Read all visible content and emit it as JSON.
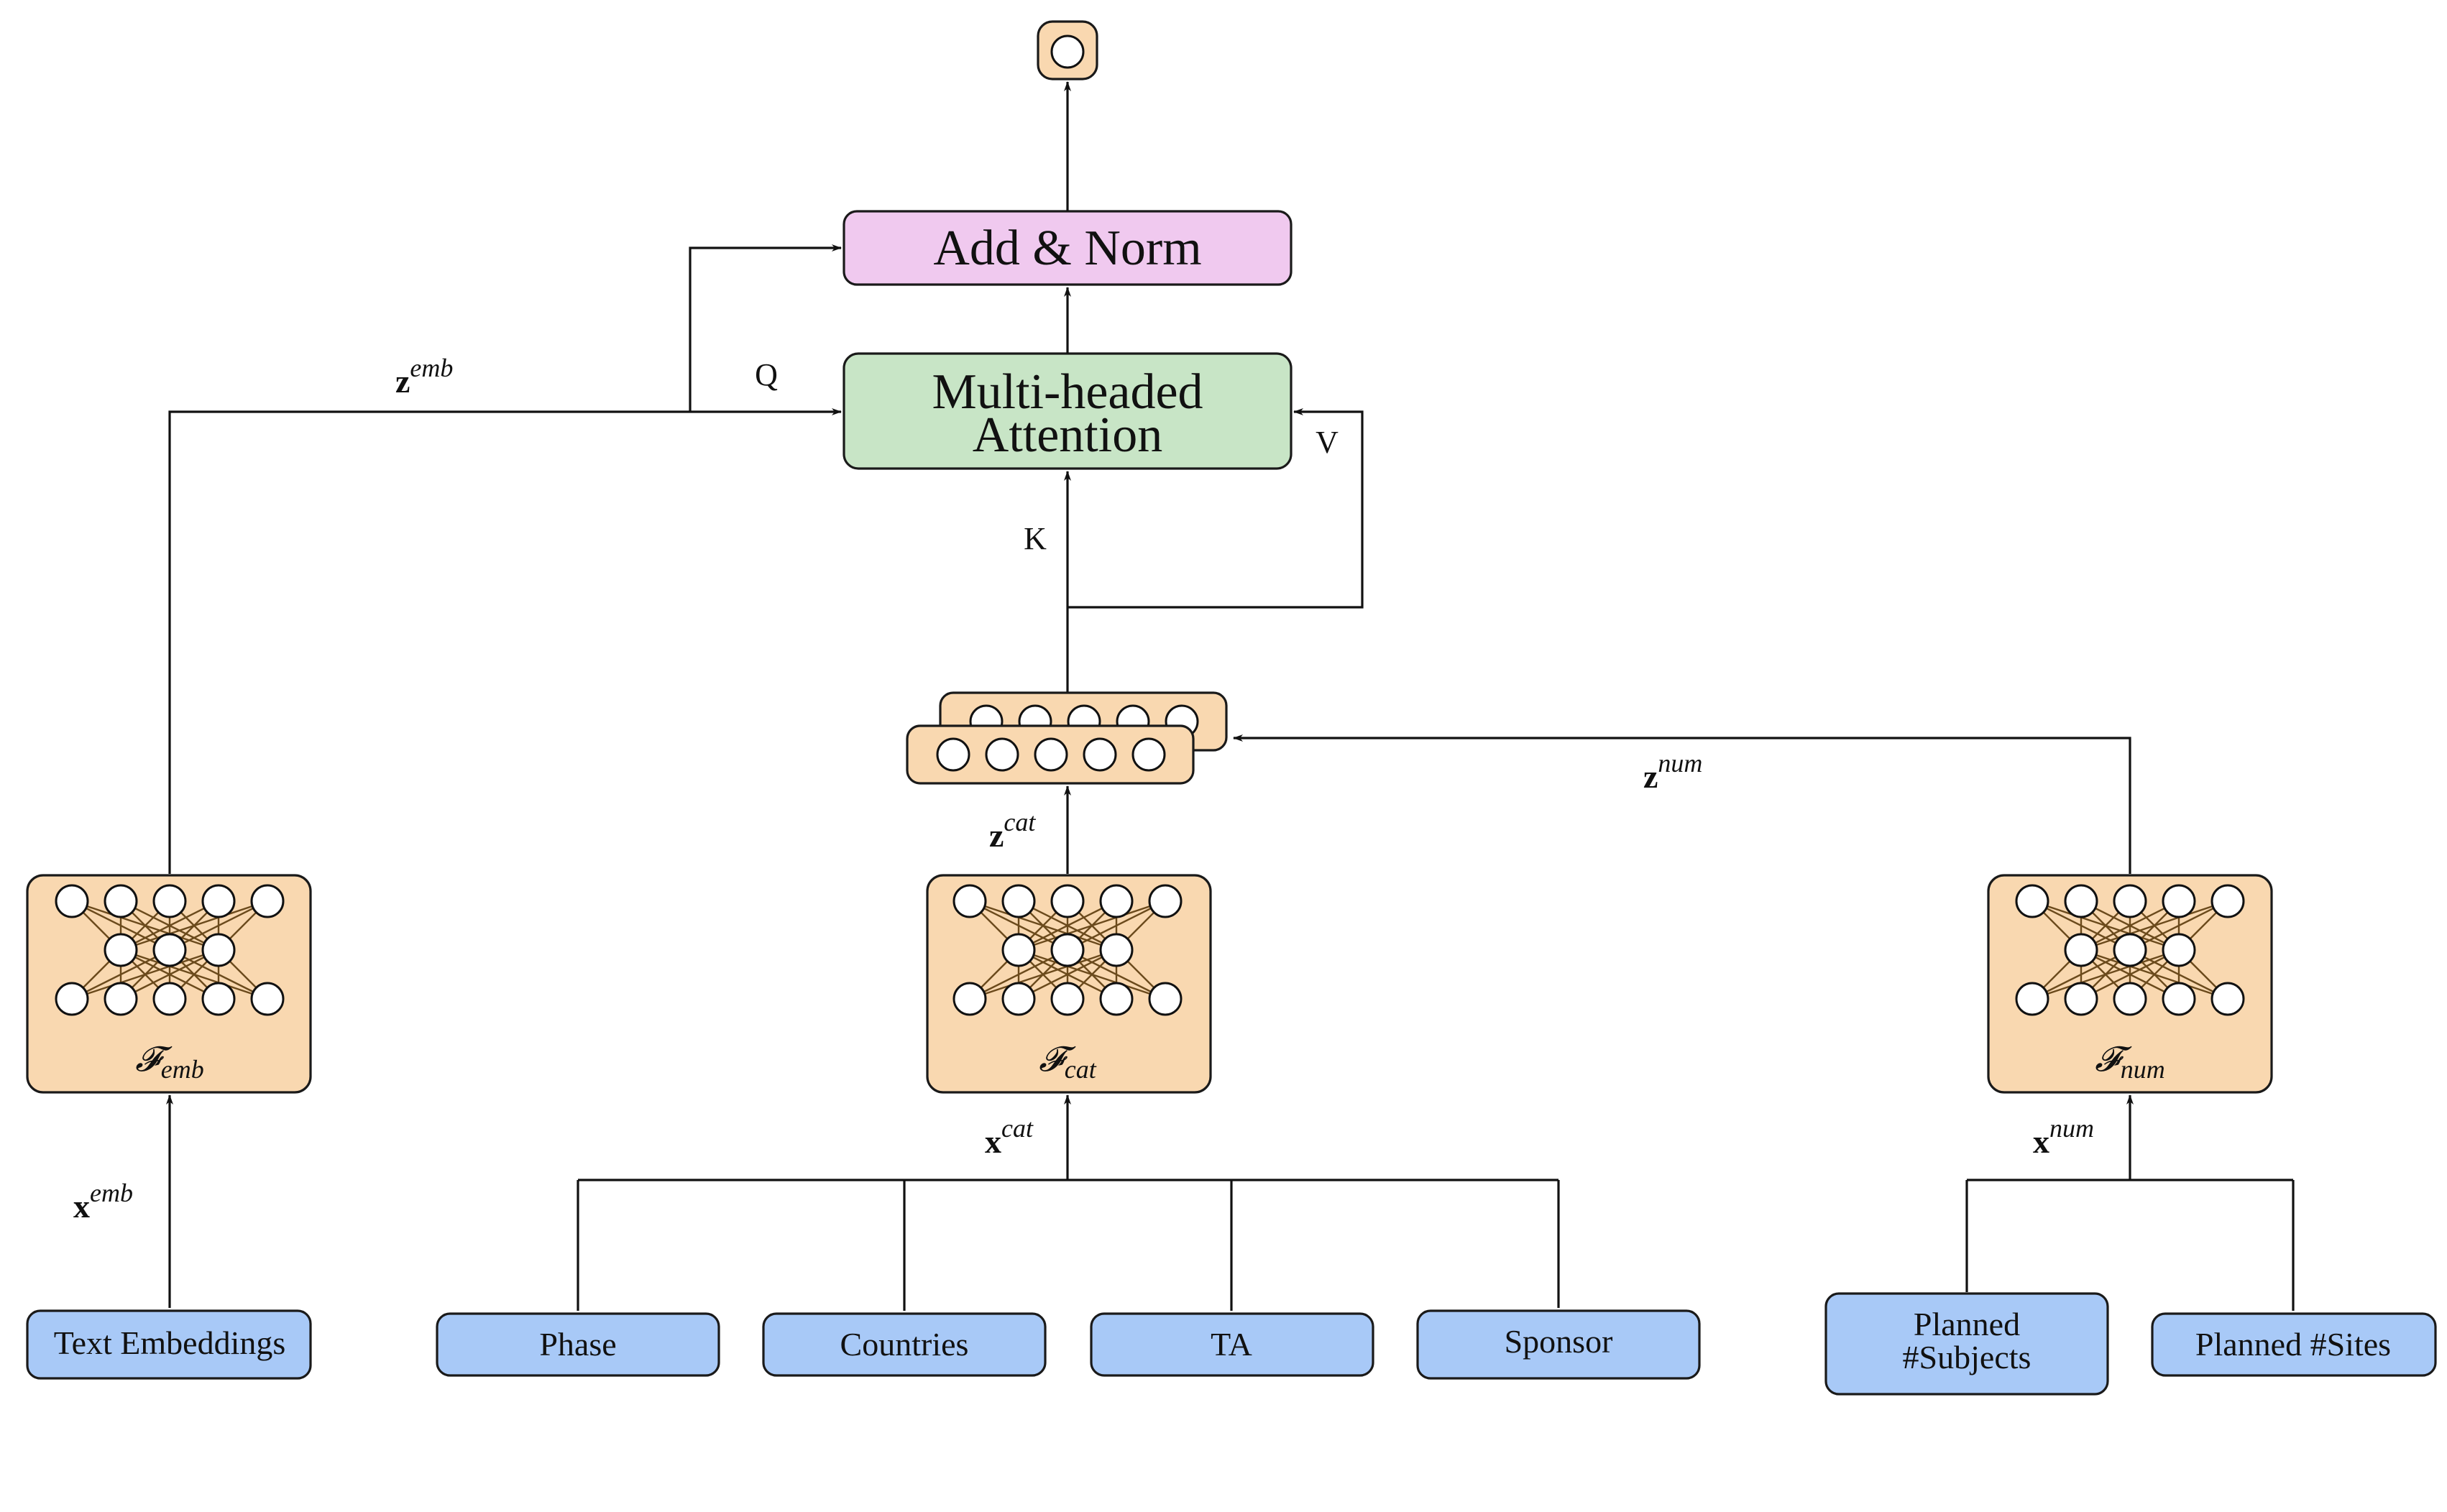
{
  "blocks": {
    "add_norm": "Add & Norm",
    "attention_line1": "Multi-headed",
    "attention_line2": "Attention"
  },
  "qkv": {
    "q": "Q",
    "k": "K",
    "v": "V"
  },
  "inputs": {
    "text_embeddings": "Text Embeddings",
    "phase": "Phase",
    "countries": "Countries",
    "ta": "TA",
    "sponsor": "Sponsor",
    "planned_subjects_line1": "Planned",
    "planned_subjects_line2": "#Subjects",
    "planned_sites": "Planned #Sites"
  },
  "encoders": {
    "emb": {
      "symbol": "𝓕",
      "sub": "emb"
    },
    "cat": {
      "symbol": "𝓕",
      "sub": "cat"
    },
    "num": {
      "symbol": "𝓕",
      "sub": "num"
    }
  },
  "variables": {
    "x_emb": {
      "base": "x",
      "sup": "emb"
    },
    "x_cat": {
      "base": "x",
      "sup": "cat"
    },
    "x_num": {
      "base": "x",
      "sup": "num"
    },
    "z_emb": {
      "base": "z",
      "sup": "emb"
    },
    "z_cat": {
      "base": "z",
      "sup": "cat"
    },
    "z_num": {
      "base": "z",
      "sup": "num"
    }
  },
  "colors": {
    "input_boxes": "#a8c9f7",
    "encoders": "#f9d8b0",
    "attention": "#c8e5c6",
    "add_norm": "#f0c9ef"
  }
}
